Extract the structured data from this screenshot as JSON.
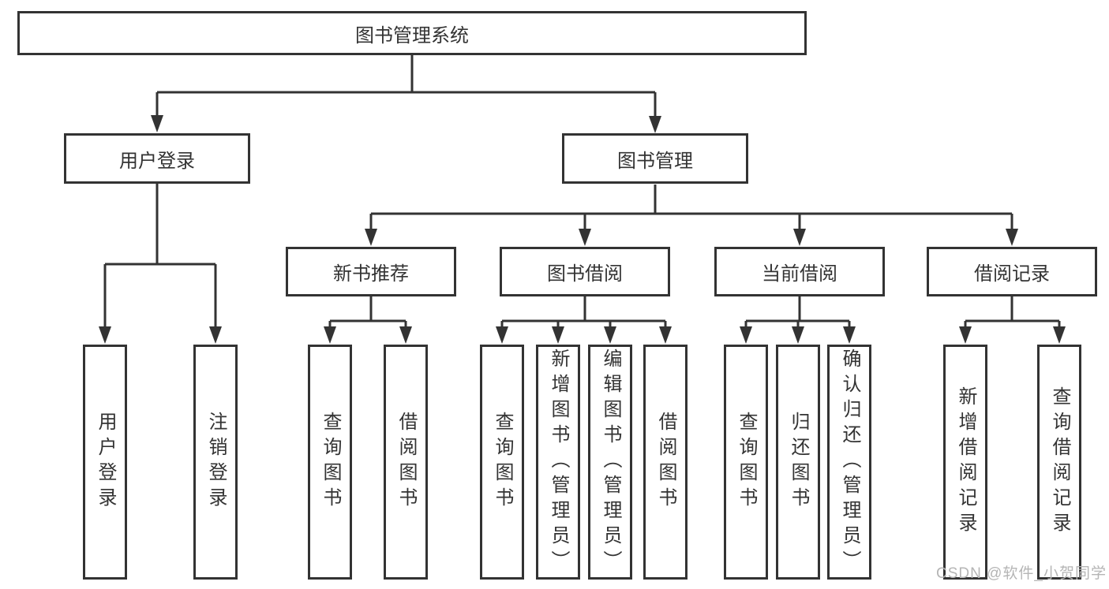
{
  "diagram": {
    "tree": {
      "label": "图书管理系统",
      "children": [
        {
          "label": "用户登录",
          "children": [
            {
              "label": "用户登录"
            },
            {
              "label": "注销登录"
            }
          ]
        },
        {
          "label": "图书管理",
          "children": [
            {
              "label": "新书推荐",
              "children": [
                {
                  "label": "查询图书"
                },
                {
                  "label": "借阅图书"
                }
              ]
            },
            {
              "label": "图书借阅",
              "children": [
                {
                  "label": "查询图书"
                },
                {
                  "label": "新增图书（管理员）"
                },
                {
                  "label": "编辑图书（管理员）"
                },
                {
                  "label": "借阅图书"
                }
              ]
            },
            {
              "label": "当前借阅",
              "children": [
                {
                  "label": "查询图书"
                },
                {
                  "label": "归还图书"
                },
                {
                  "label": "确认归还（管理员）"
                }
              ]
            },
            {
              "label": "借阅记录",
              "children": [
                {
                  "label": "新增借阅记录"
                },
                {
                  "label": "查询借阅记录"
                }
              ]
            }
          ]
        }
      ]
    }
  },
  "watermark": {
    "text": "CSDN @软件_小贺同学"
  },
  "colors": {
    "line": "#333333",
    "text": "#333333",
    "watermark": "#b5b5b5",
    "background": "#ffffff"
  }
}
